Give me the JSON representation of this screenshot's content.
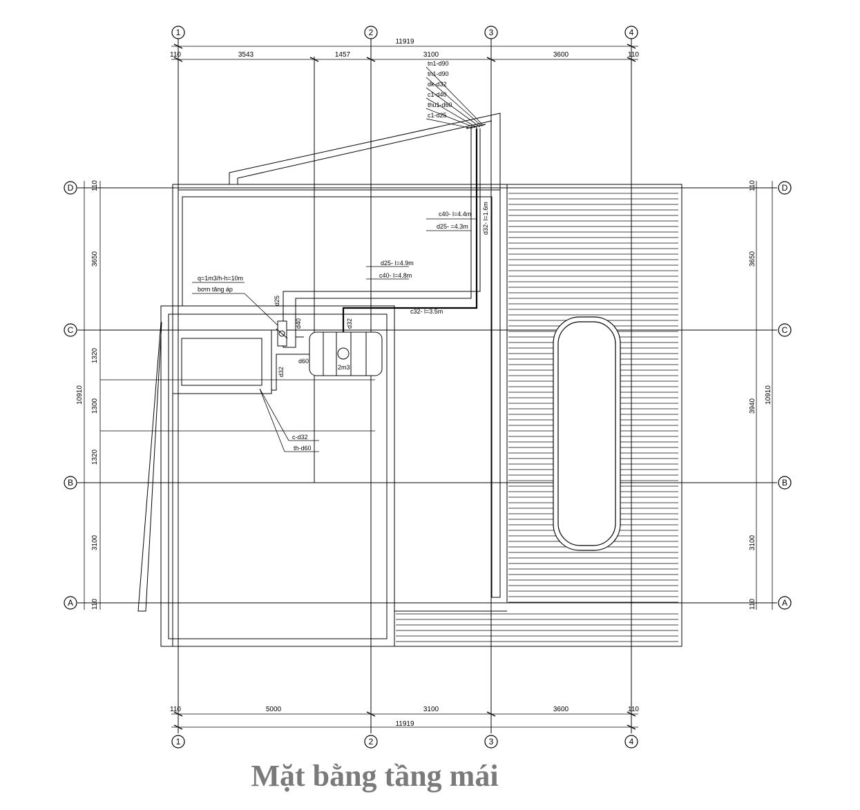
{
  "title": "Mặt bằng tầng mái",
  "grid_axes": {
    "vertical": [
      "1",
      "2",
      "3",
      "4"
    ],
    "horizontal": [
      "D",
      "C",
      "B",
      "A"
    ]
  },
  "dimensions": {
    "top_total": "11919",
    "top_segments": [
      "110",
      "3543",
      "1457",
      "3100",
      "3600",
      "110"
    ],
    "bottom_total": "11919",
    "bottom_segments": [
      "110",
      "5000",
      "3100",
      "3600",
      "110"
    ],
    "left_total": "10910",
    "left_segments": [
      "110",
      "3650",
      "1320",
      "1300",
      "1320",
      "3100",
      "110"
    ],
    "right_total": "10910",
    "right_segments": [
      "110",
      "3650",
      "3940",
      "3100",
      "110"
    ]
  },
  "annotations": {
    "riser_tags": [
      "tn1-d90",
      "tn1-d90",
      "dk-d32",
      "c1-d40",
      "thu1-d60",
      "c1-d25"
    ],
    "pipe_tags": [
      "c40- l=4.4m",
      "d25- =4.3m",
      "d32- l=1.6m",
      "d25- l=4.9m",
      "c40- l=4.8m",
      "c32- l=3.5m"
    ],
    "pump_tags": [
      "q=1m3/h-h=10m",
      "bơm tăng áp"
    ],
    "tank_tags": [
      "d32",
      "2m3",
      "d60",
      "d40",
      "d25",
      "d32"
    ],
    "drain_tags": [
      "c-d32",
      "th-d60"
    ]
  }
}
